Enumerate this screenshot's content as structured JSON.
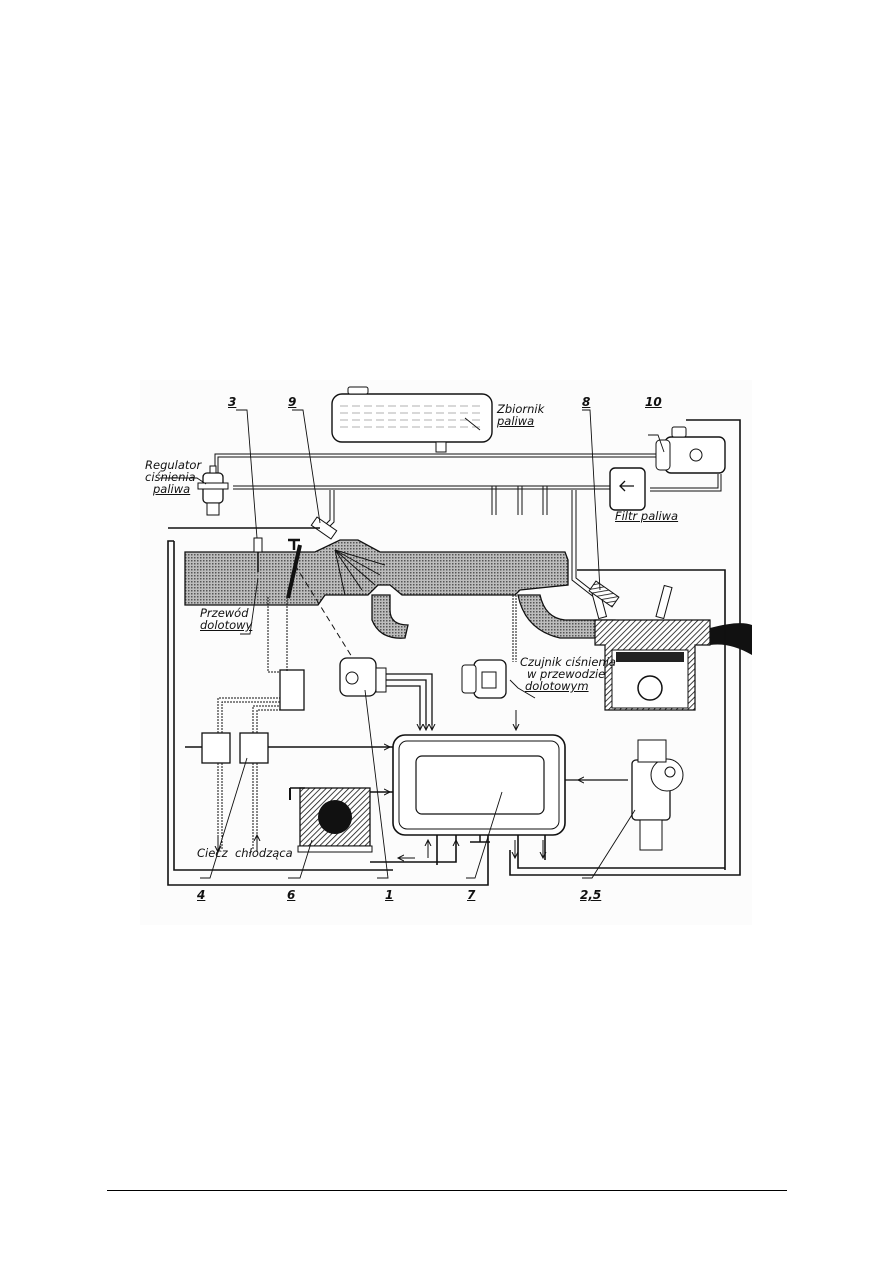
{
  "figure": {
    "description": "Fuel injection system schematic (single-point injection) with components and sensors",
    "labels": {
      "fuel_tank": [
        "Zbiornik",
        "paliwa"
      ],
      "pressure_regulator": [
        "Regulator",
        "ciśnienia",
        "paliwa"
      ],
      "fuel_filter": "Filtr paliwa",
      "intake_manifold": [
        "Przewód",
        "dolotowy"
      ],
      "map_sensor": [
        "Czujnik ciśnienia",
        "w przewodzie",
        "dolotowym"
      ],
      "coolant": "Ciecz  chłodząca"
    },
    "callouts": {
      "c3": "3",
      "c9": "9",
      "c8": "8",
      "c10": "10",
      "c4": "4",
      "c6": "6",
      "c1": "1",
      "c7": "7",
      "c25": "2,5"
    }
  },
  "colors": {
    "ink": "#111111",
    "hatch": "#8a8a8a",
    "paper": "#ffffff"
  }
}
